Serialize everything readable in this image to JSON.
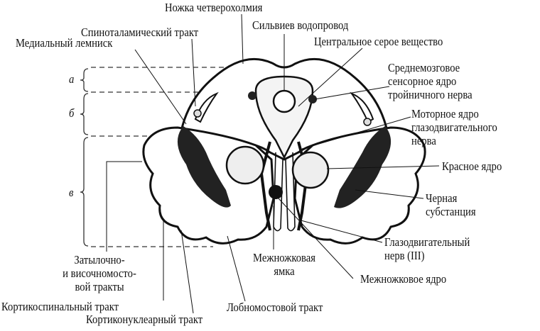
{
  "zones": {
    "a": "а",
    "b": "б",
    "v": "в"
  },
  "labels": {
    "tectum": "Ножка четверохолмия",
    "spinothalamic": "Спиноталамический тракт",
    "aqueduct": "Сильвиев водопровод",
    "medial_lemniscus": "Медиальный лемниск",
    "central_gray": "Центральное серое вещество",
    "mesencephalic_nucleus": [
      "Среднемозговое",
      "сенсорное ядро",
      "тройничного нерва"
    ],
    "oculomotor_nucleus": [
      "Моторное ядро",
      "глазодвигательного",
      "нерва"
    ],
    "red_nucleus": "Красное ядро",
    "substantia_nigra": [
      "Черная",
      "субстанция"
    ],
    "oculomotor_nerve": [
      "Глазодвигательный",
      "нерв (III)"
    ],
    "interpeduncular_fossa": [
      "Межножковая",
      "ямка"
    ],
    "interpeduncular_nucleus": "Межножковое ядро",
    "occipitotemporopontine": [
      "Затылочно-",
      "и височномосто-",
      "вой тракты"
    ],
    "corticospinal": "Кортикоспинальный тракт",
    "frontopontine": "Лобномостовой тракт",
    "corticonuclear": "Кортиконуклеарный тракт"
  }
}
